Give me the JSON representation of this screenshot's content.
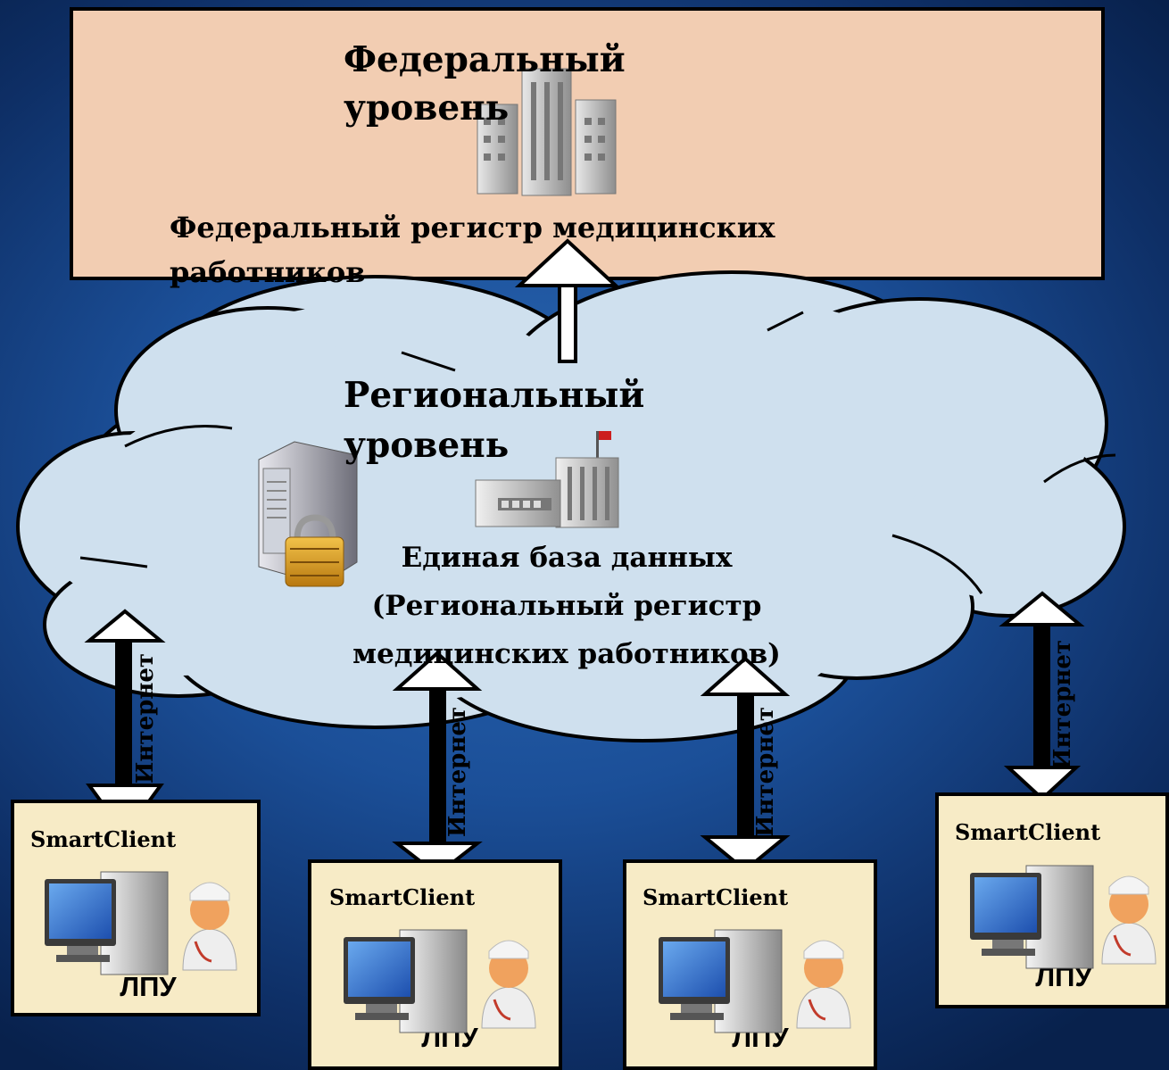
{
  "federal": {
    "title": "Федеральный уровень",
    "caption": "Федеральный регистр медицинских работников"
  },
  "regional": {
    "title": "Региональный уровень",
    "database": "Единая база данных (Региональный регистр медицинских работников)"
  },
  "network_label": "Интернет",
  "clients": [
    {
      "client": "SmartClient",
      "label": "ЛПУ"
    },
    {
      "client": "SmartClient",
      "label": "ЛПУ"
    },
    {
      "client": "SmartClient",
      "label": "ЛПУ"
    },
    {
      "client": "SmartClient",
      "label": "ЛПУ"
    }
  ],
  "colors": {
    "federal_box": "#f2cdb2",
    "cloud": "#cfe0ee",
    "lpu_box": "#f7ebc6",
    "background": "#1b4f98"
  },
  "icons": [
    "building-icon",
    "hospital-icon",
    "server-lock-icon",
    "computer-icon",
    "doctor-icon"
  ]
}
